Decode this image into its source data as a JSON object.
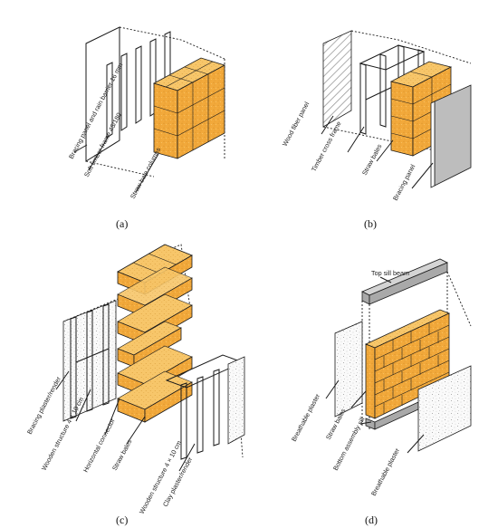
{
  "panels": [
    {
      "caption": "(a)",
      "labels": [
        "Bracing panel and rain barrier 16 mm",
        "Soft timber frame 45/180",
        "Straw bale columns"
      ]
    },
    {
      "caption": "(b)",
      "labels": [
        "Wood fiber panel",
        "Timber cross frame",
        "Straw bales",
        "Bracing panel"
      ]
    },
    {
      "caption": "(c)",
      "labels": [
        "Bracing plaster/render",
        "Wooden structure 4 × 10 cm",
        "Horizontal connector",
        "Straw bales",
        "Wooden structure 4 × 10 cm",
        "Clay plaster/render"
      ]
    },
    {
      "caption": "(d)",
      "labels": [
        "Top sill beam",
        "Breathable plaster",
        "Straw bales",
        "Bottom assembly sill",
        "Breathable plaster"
      ]
    }
  ],
  "colors": {
    "straw": "#f2a93b",
    "straw_dark": "#c98420",
    "straw_light": "#f7c66a",
    "panel_gray": "#bdbdbd",
    "beam_gray": "#a9a9a9",
    "line": "#1a1a1a"
  }
}
